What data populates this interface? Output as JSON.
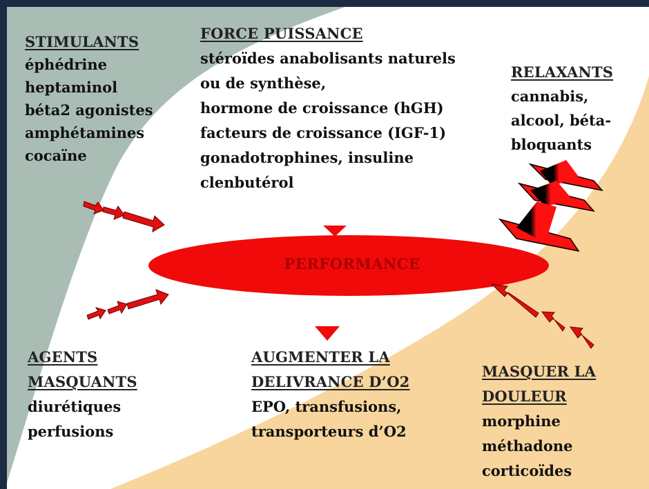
{
  "colors": {
    "frame": "#1c2a44",
    "teal": "#a9bdb4",
    "white": "#ffffff",
    "peach": "#f8d59c",
    "red": "#f00a0a",
    "arrow_dark": "#000000"
  },
  "center": {
    "label": "PERFORMANCE"
  },
  "groups": {
    "stimulants": {
      "title": "STIMULANTS",
      "items": [
        "éphédrine",
        "heptaminol",
        "béta2 agonistes",
        "amphétamines",
        "cocaïne"
      ]
    },
    "force": {
      "title": "FORCE PUISSANCE",
      "items": [
        "stéroïdes anabolisants naturels",
        "ou de synthèse,",
        "hormone de croissance (hGH)",
        "facteurs de croissance (IGF-1)",
        "gonadotrophines, insuline",
        "clenbutérol"
      ]
    },
    "relaxants": {
      "title": "RELAXANTS",
      "items": [
        "cannabis,",
        "alcool, béta-",
        "bloquants"
      ]
    },
    "masquants": {
      "title_lines": [
        "AGENTS",
        "MASQUANTS"
      ],
      "items": [
        "diurétiques",
        "perfusions"
      ]
    },
    "o2": {
      "title_lines": [
        "AUGMENTER LA",
        "DELIVRANCE D’O2"
      ],
      "items": [
        "EPO, transfusions,",
        "transporteurs d’O2"
      ]
    },
    "douleur": {
      "title_lines": [
        "MASQUER LA",
        "DOULEUR"
      ],
      "items": [
        "morphine",
        "méthadone",
        "corticoïdes"
      ]
    }
  },
  "icons": {
    "arrow": "arrow-icon",
    "top_hat": "top-hat-icon",
    "triangle": "triangle-down-icon"
  }
}
